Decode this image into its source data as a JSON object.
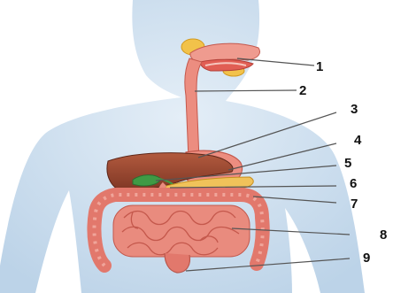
{
  "callouts": [
    {
      "label": "1"
    },
    {
      "label": "2"
    },
    {
      "label": "3"
    },
    {
      "label": "4"
    },
    {
      "label": "5"
    },
    {
      "label": "6"
    },
    {
      "label": "7"
    },
    {
      "label": "8"
    },
    {
      "label": "9"
    }
  ],
  "colors": {
    "background": "#ffffff",
    "body_silhouette": "#cfe0ef",
    "organ_pink": "#e98b7e",
    "organ_dark": "#c4584c",
    "liver": "#9b4a33",
    "gallbladder": "#3f9a45",
    "pancreas": "#f0c25a",
    "salivary_gland": "#f2c24a",
    "leader_line": "#555555"
  }
}
